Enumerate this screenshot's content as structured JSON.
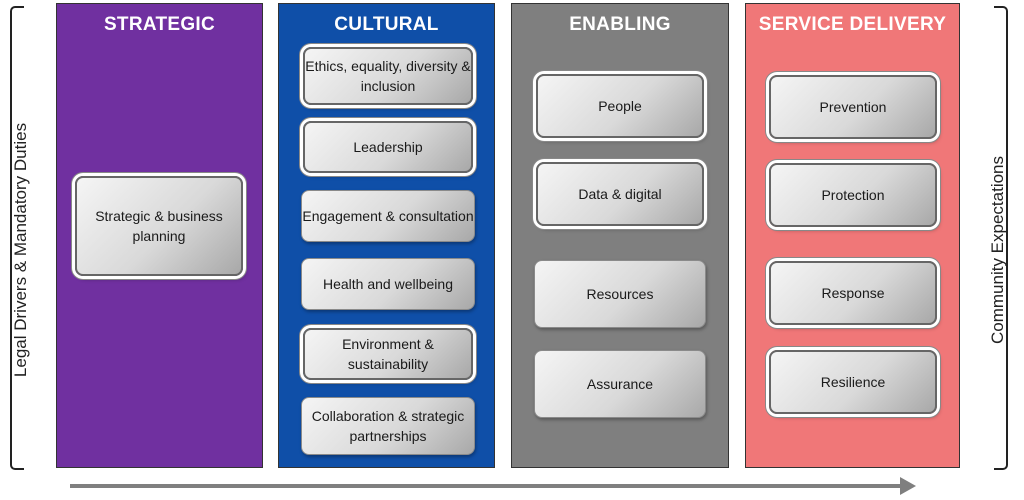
{
  "left_label": "Legal Drivers & Mandatory Duties",
  "right_label": "Community Expectations",
  "columns": {
    "strategic": {
      "title": "STRATEGIC",
      "color": "#7030a0",
      "items": [
        "Strategic & business planning"
      ]
    },
    "cultural": {
      "title": "CULTURAL",
      "color": "#0f4fa8",
      "items": [
        "Ethics, equality, diversity & inclusion",
        "Leadership",
        "Engagement & consultation",
        "Health and wellbeing",
        "Environment & sustainability",
        "Collaboration & strategic partnerships"
      ]
    },
    "enabling": {
      "title": "ENABLING",
      "color": "#7f7f7f",
      "items": [
        "People",
        "Data & digital",
        "Resources",
        "Assurance"
      ]
    },
    "service_delivery": {
      "title": "SERVICE DELIVERY",
      "color": "#f07778",
      "items": [
        "Prevention",
        "Protection",
        "Response",
        "Resilience"
      ]
    }
  },
  "arrow": {
    "direction": "left-to-right",
    "color": "#7f7f7f"
  }
}
